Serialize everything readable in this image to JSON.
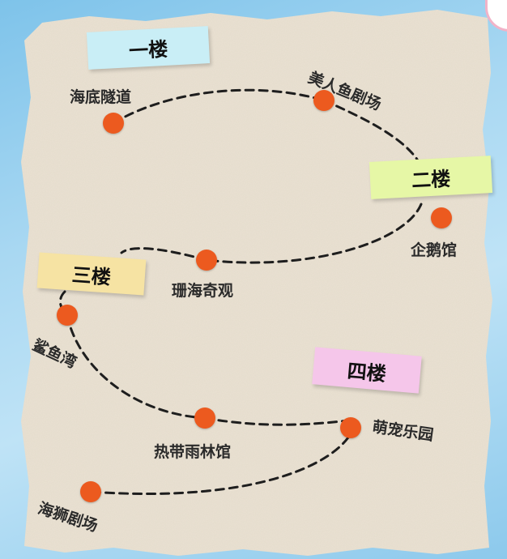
{
  "floors": [
    {
      "label": "一楼"
    },
    {
      "label": "二楼"
    },
    {
      "label": "三楼"
    },
    {
      "label": "四楼"
    }
  ],
  "stops": [
    {
      "name": "海底隧道"
    },
    {
      "name": "美人鱼剧场"
    },
    {
      "name": "企鹅馆"
    },
    {
      "name": "珊海奇观"
    },
    {
      "name": "鲨鱼湾"
    },
    {
      "name": "热带雨林馆"
    },
    {
      "name": "萌宠乐园"
    },
    {
      "name": "海狮剧场"
    }
  ],
  "colors": {
    "dot": "#ec5a1f",
    "floor1_note": "#c9eef6",
    "floor2_note": "#e6f7a6",
    "floor3_note": "#f6e3a3",
    "floor4_note": "#f5c6ea",
    "paper": "#eae2d3"
  }
}
